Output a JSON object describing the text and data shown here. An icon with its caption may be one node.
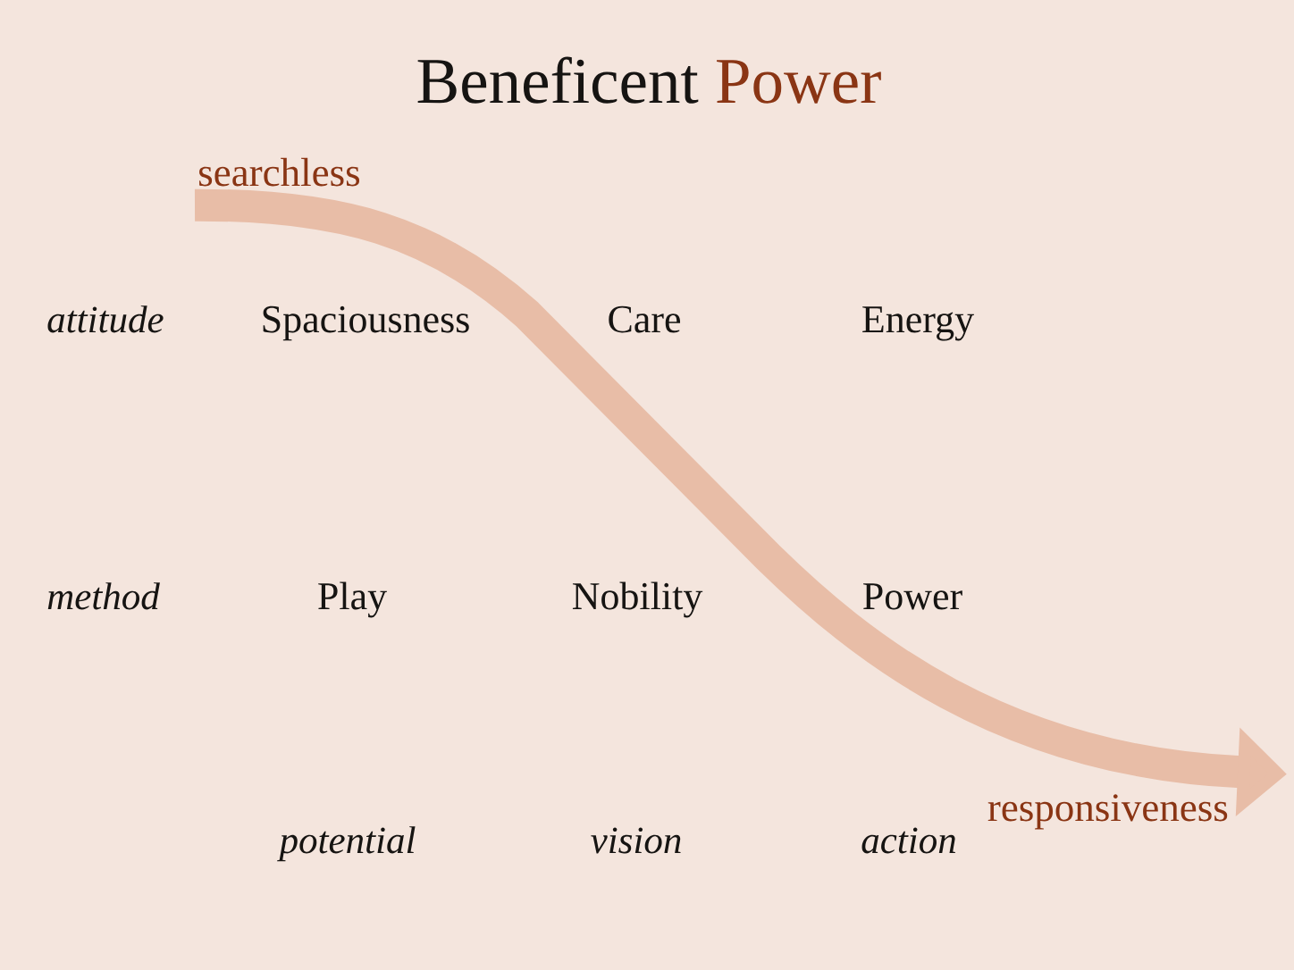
{
  "diagram": {
    "title": "Beneficent Power",
    "nodes": [
      {
        "text": [
          "searchless"
        ]
      },
      {
        "text": [
          "responsiveness"
        ]
      }
    ],
    "edges": [
      {
        "from": 0,
        "to": 1,
        "arrow": "to"
      }
    ],
    "labels": [
      "attitude",
      "Spaciousness",
      "Care",
      "Energy",
      "method",
      "Play",
      "Nobility",
      "Power",
      "potential",
      "vision",
      "action"
    ]
  }
}
